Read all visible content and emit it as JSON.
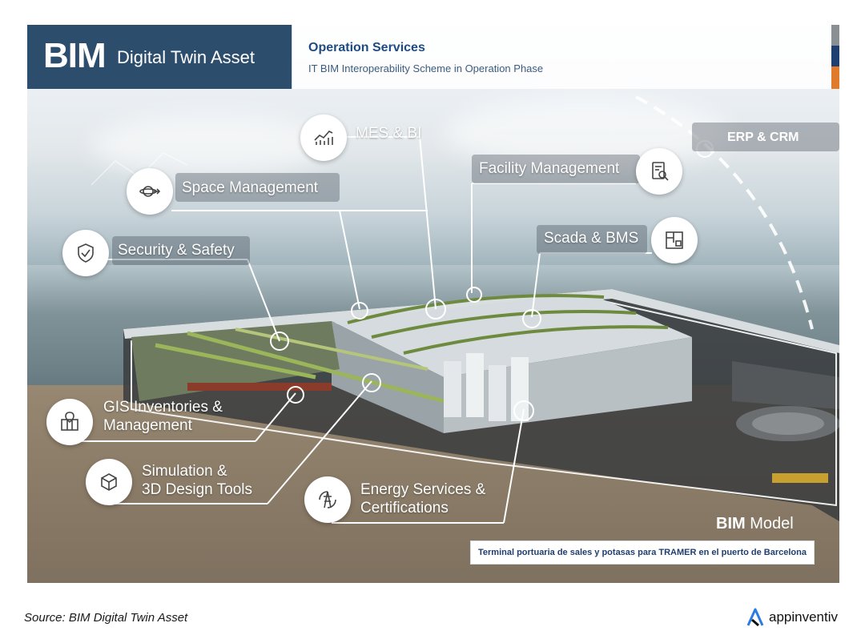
{
  "header": {
    "brand_bold": "BIM",
    "brand_sub": "Digital Twin Asset",
    "title": "Operation Services",
    "subtitle": "IT BIM Interoperability Scheme in Operation Phase"
  },
  "services": {
    "mes_bi": "MES & BI",
    "erp_crm": "ERP & CRM",
    "facility": "Facility Management",
    "space": "Space Management",
    "security": "Security & Safety",
    "scada": "Scada & BMS",
    "gis_1": "GIS Inventories &",
    "gis_2": "Management",
    "sim_1": "Simulation &",
    "sim_2": "3D Design Tools",
    "energy_1": "Energy Services &",
    "energy_2": "Certifications"
  },
  "model": {
    "label_bold": "BIM",
    "label_rest": " Model",
    "caption": "Terminal portuaria de sales y potasas para TRAMER en el puerto de Barcelona"
  },
  "footer": {
    "source": "Source: BIM Digital Twin Asset",
    "logo_text": "appinventiv"
  },
  "icons": [
    "analytics-icon",
    "document-search-icon",
    "satellite-icon",
    "shield-check-icon",
    "blueprint-icon",
    "map-inventory-icon",
    "cube-network-icon",
    "energy-tower-icon",
    "logo-icon"
  ],
  "colors": {
    "header_dark": "#2d4d6d",
    "title_blue": "#1f4b82",
    "accent_gray": "#8a8f94",
    "accent_navy": "#1f3f70",
    "accent_orange": "#e07b2c",
    "logo_blue": "#2a7de1"
  }
}
